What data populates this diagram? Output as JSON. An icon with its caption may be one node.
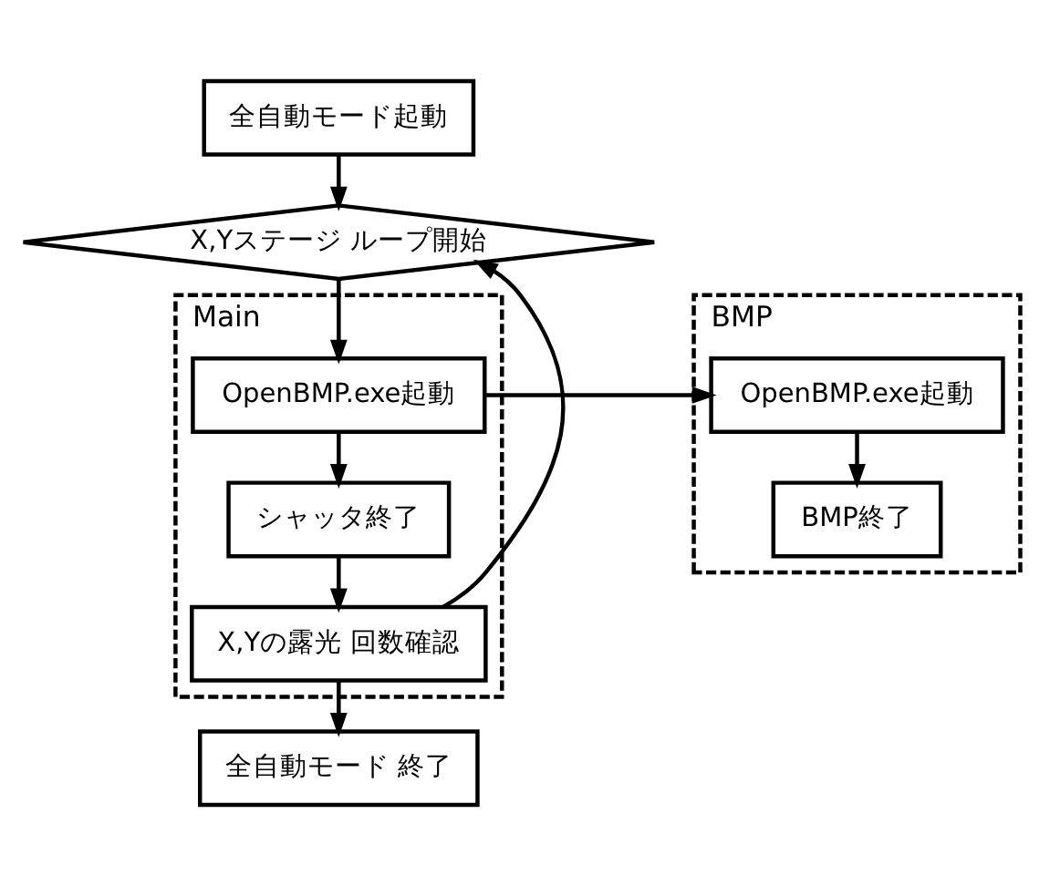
{
  "diagram": {
    "nodes": [
      {
        "text": [
          "全自動モード起動"
        ]
      },
      {
        "text": [
          "X,Yステージ ループ開始"
        ]
      },
      {
        "text": [
          "Main"
        ]
      },
      {
        "text": [
          "OpenBMP.exe起動"
        ],
        "in": 2
      },
      {
        "text": [
          "シャッタ終了"
        ],
        "in": 2
      },
      {
        "text": [
          "X,Yの露光 回数確認"
        ],
        "in": 2
      },
      {
        "text": [
          "BMP"
        ]
      },
      {
        "text": [
          "OpenBMP.exe起動"
        ],
        "in": 6
      },
      {
        "text": [
          "BMP終了"
        ],
        "in": 6
      },
      {
        "text": [
          "全自動モード 終了"
        ]
      }
    ],
    "edges": [
      {
        "from": 0,
        "to": 1,
        "arrow": "to"
      },
      {
        "from": 1,
        "to": 3,
        "arrow": "to"
      },
      {
        "from": 3,
        "to": 4,
        "arrow": "to"
      },
      {
        "from": 4,
        "to": 5,
        "arrow": "to"
      },
      {
        "from": 5,
        "to": 1,
        "arrow": "to"
      },
      {
        "from": 5,
        "to": 9,
        "arrow": "to"
      },
      {
        "from": 3,
        "to": 7,
        "arrow": "to"
      },
      {
        "from": 7,
        "to": 8,
        "arrow": "to"
      }
    ]
  }
}
